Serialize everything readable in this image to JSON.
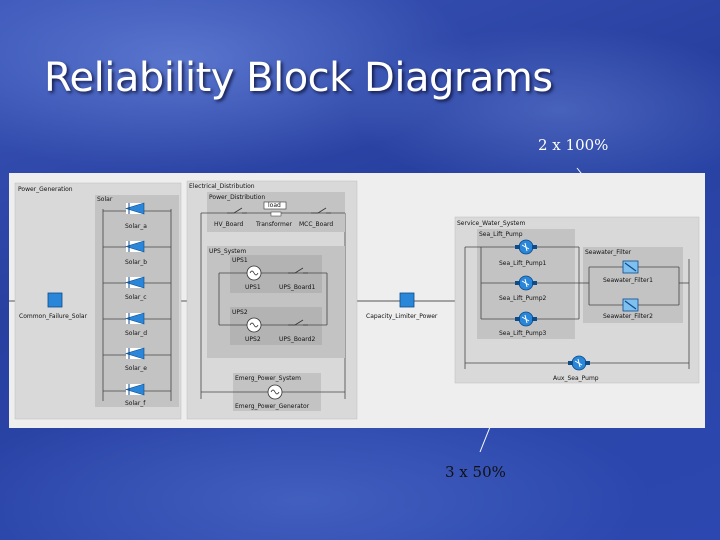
{
  "slide": {
    "title": "Reliability Block Diagrams",
    "callout_top": "2 x 100%",
    "callout_bottom": "3 x 50%"
  },
  "diagram": {
    "power_generation": "Power_Generation",
    "solar_group": "Solar",
    "solar_units": [
      "Solar_a",
      "Solar_b",
      "Solar_c",
      "Solar_d",
      "Solar_e",
      "Solar_f"
    ],
    "common_failure": "Common_Failure_Solar",
    "electrical_distribution": "Electrical_Distribution",
    "power_distribution": "Power_Distribution",
    "load": "load",
    "hv_board": "HV_Board",
    "transformer": "Transformer",
    "mcc_board": "MCC_Board",
    "ups_system": "UPS_System",
    "ups1_group": "UPS1",
    "ups1": "UPS1",
    "ups_board1": "UPS_Board1",
    "ups2_group": "UPS2",
    "ups2": "UPS2",
    "ups_board2": "UPS_Board2",
    "emerg_power_system": "Emerg_Power_System",
    "emerg_power_generator": "Emerg_Power_Generator",
    "capacity_limiter": "Capacity_Limiter_Power",
    "service_water_system": "Service_Water_System",
    "sea_lift_pump_group": "Sea_Lift_Pump",
    "pumps": [
      "Sea_Lift_Pump1",
      "Sea_Lift_Pump2",
      "Sea_Lift_Pump3"
    ],
    "seawater_filter_group": "Seawater_Filter",
    "filters": [
      "Seawater_Filter1",
      "Seawater_Filter2"
    ],
    "aux_pump": "Aux_Sea_Pump"
  },
  "colors": {
    "block_blue": "#2a86d8",
    "group_gray": "#c8c8c8",
    "panel_bg": "#eeeeee"
  }
}
